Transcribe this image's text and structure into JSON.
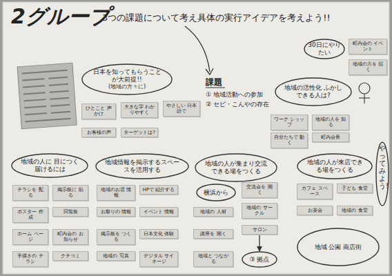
{
  "diagram": {
    "title": "2グループ",
    "nodes": [
      {
        "text": [
          "日本を知ってもらうことが大前提!!",
          "(地域の方々に)"
        ]
      },
      {
        "text": [
          "ひとこと 声かけ"
        ]
      },
      {
        "text": [
          "大きな字 わかりやすく"
        ]
      },
      {
        "text": [
          "やさしい 日本語で"
        ]
      },
      {
        "text": [
          "お客様の声"
        ]
      },
      {
        "text": [
          "ターゲットは?"
        ]
      },
      {
        "text": [
          "30日にやりたい"
        ]
      },
      {
        "text": [
          "町内会の イベント"
        ]
      },
      {
        "text": [
          "地域の方を 招く"
        ]
      },
      {
        "text": [
          "地域の活性化 ふかしできる人は?"
        ]
      },
      {
        "text": [
          "ワーク ショップ"
        ]
      },
      {
        "text": [
          "地域の人を 知る"
        ]
      },
      {
        "text": [
          "自分たちで 動く"
        ]
      },
      {
        "text": [
          "町内会長"
        ]
      },
      {
        "text": [
          "地域の人に 目につく届けるには"
        ]
      },
      {
        "text": [
          "地域情報を掲示するスペースを活用する"
        ]
      },
      {
        "text": [
          "地域の人が集まり交流できる場をつくる"
        ]
      },
      {
        "text": [
          "地域の人が来店できる場をつくる"
        ]
      },
      {
        "text": [
          "やってみよう!"
        ]
      },
      {
        "text": [
          "チラシを 配る"
        ]
      },
      {
        "text": [
          "掲示板に 貼る"
        ]
      },
      {
        "text": [
          "ポスター 作成"
        ]
      },
      {
        "text": [
          "回覧板"
        ]
      },
      {
        "text": [
          "ホーム ページ"
        ]
      },
      {
        "text": [
          "町内会の お知らせ"
        ]
      },
      {
        "text": [
          "手描きの チラシ"
        ]
      },
      {
        "text": [
          "クチコミ"
        ]
      },
      {
        "text": [
          "地域のお店 情報"
        ]
      },
      {
        "text": [
          "HPで 紹介する"
        ]
      },
      {
        "text": [
          "お祭りの 情報"
        ]
      },
      {
        "text": [
          "イベント 情報"
        ]
      },
      {
        "text": [
          "掲示板を つくる"
        ]
      },
      {
        "text": [
          "日本文化 体験"
        ]
      },
      {
        "text": [
          "地域の 写真"
        ]
      },
      {
        "text": [
          "デジタル サイネージ"
        ]
      },
      {
        "text": [
          "横浜から"
        ]
      },
      {
        "text": [
          "交流会を 開く"
        ]
      },
      {
        "text": [
          "地域の サークル"
        ]
      },
      {
        "text": [
          "地域の 人材"
        ]
      },
      {
        "text": [
          "講座を 開く"
        ]
      },
      {
        "text": [
          "サロン"
        ]
      },
      {
        "text": [
          "③ 拠点"
        ]
      },
      {
        "text": [
          "地域と つながる"
        ]
      },
      {
        "text": [
          "カフェ スペース"
        ]
      },
      {
        "text": [
          "子ども 食堂"
        ]
      },
      {
        "text": [
          "お茶会"
        ]
      },
      {
        "text": [
          "地域の 食堂"
        ]
      },
      {
        "text": [
          "地域 公園 商店街"
        ]
      }
    ],
    "edges": [
      {
        "from": 40,
        "to": 41,
        "arrow": "to"
      }
    ],
    "labels": [
      "3つの課題について考え具体の実行アイデアを考えよう!!",
      "課題",
      "① 地域活動への参加",
      "② セピ・こんやの存在"
    ]
  }
}
